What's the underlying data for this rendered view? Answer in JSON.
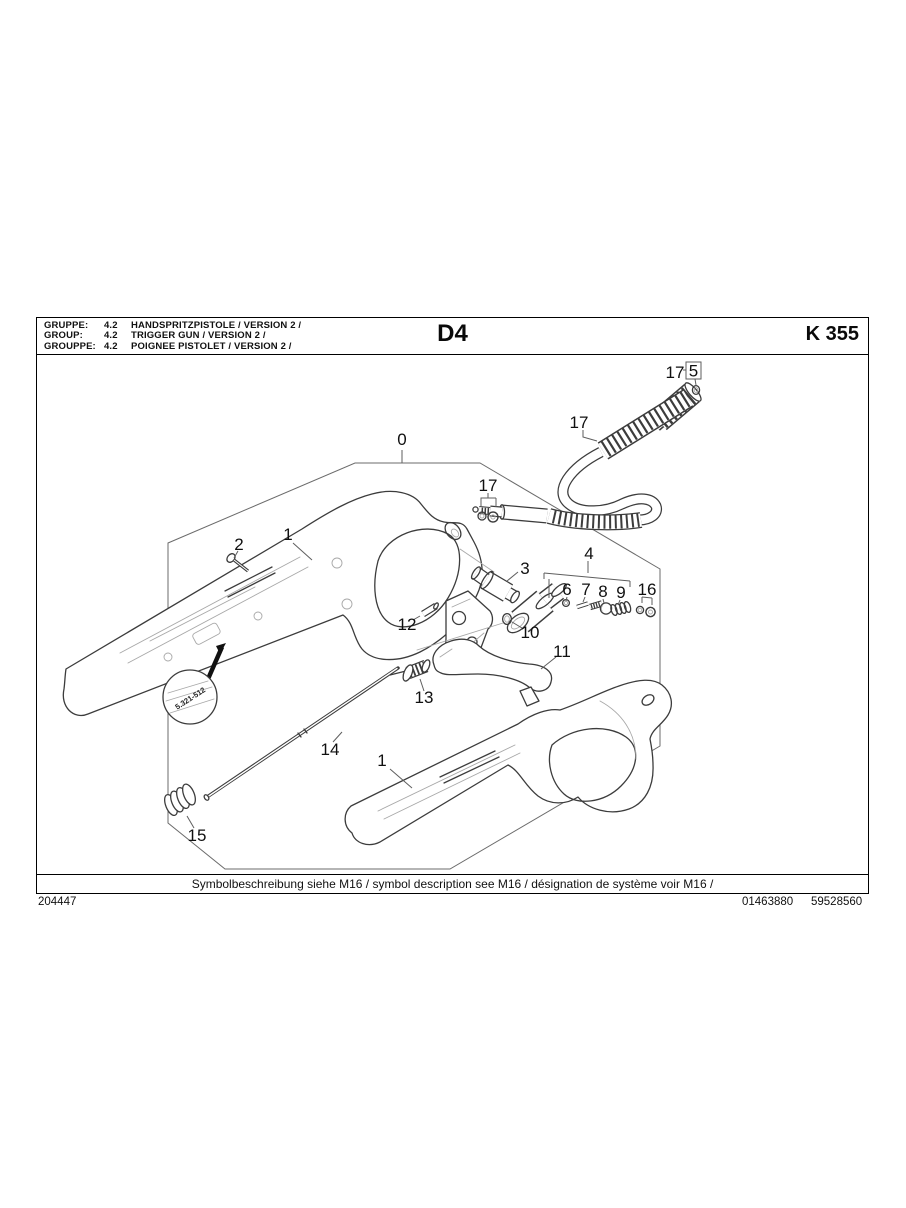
{
  "header": {
    "rows": [
      {
        "label": "GRUPPE:",
        "code": "4.2",
        "name": "HANDSPRITZPISTOLE / VERSION 2 /"
      },
      {
        "label": "GROUP:",
        "code": "4.2",
        "name": "TRIGGER GUN / VERSION 2 /"
      },
      {
        "label": "GROUPPE:",
        "code": "4.2",
        "name": "POIGNEE PISTOLET / VERSION 2 /"
      }
    ],
    "title": "D4",
    "sheet": "K 355"
  },
  "diagram": {
    "badge": "5.321-512",
    "callouts": {
      "c0": "0",
      "c17top": "17",
      "c5": "5",
      "c17hose": "17",
      "c17mid": "17",
      "c1top": "1",
      "c2": "2",
      "c3": "3",
      "c4": "4",
      "c6": "6",
      "c7": "7",
      "c8": "8",
      "c9": "9",
      "c16": "16",
      "c12": "12",
      "c10": "10",
      "c11": "11",
      "c13": "13",
      "c14": "14",
      "c1bottom": "1",
      "c15": "15"
    }
  },
  "footer": {
    "note": "Symbolbeschreibung siehe M16 / symbol description see M16 / désignation de système voir M16 /",
    "doc_number": "204447",
    "code_left": "01463880",
    "code_right": "59528560"
  }
}
